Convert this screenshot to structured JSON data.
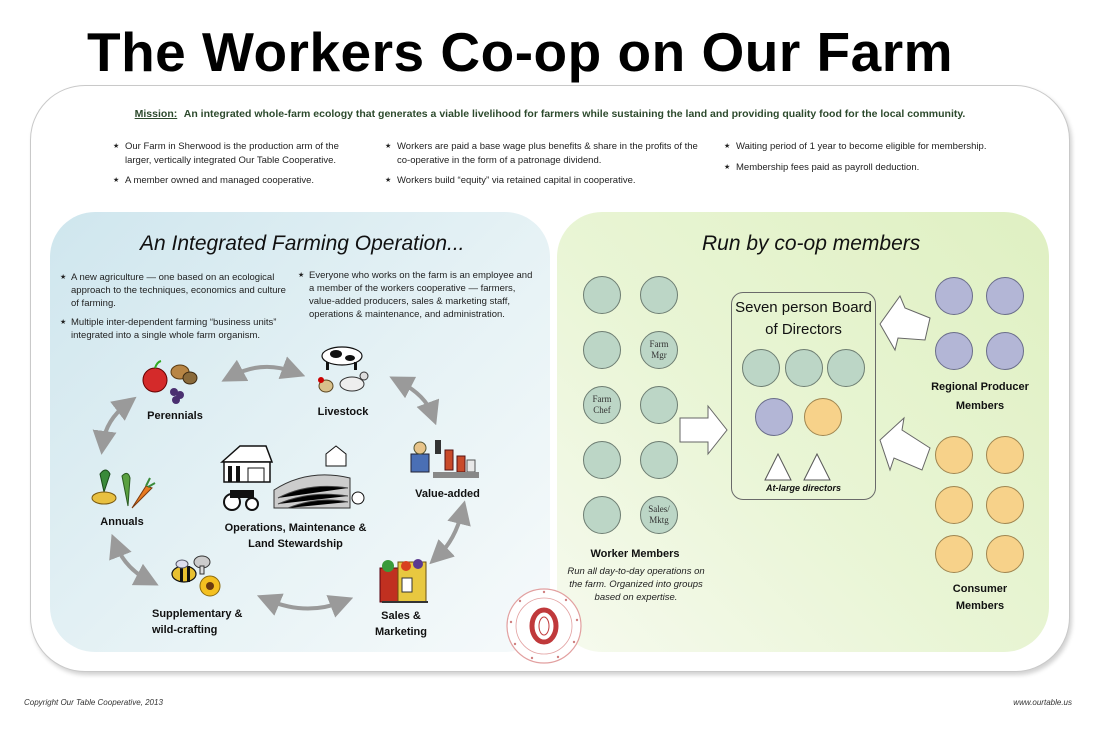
{
  "title": "The Workers Co-op on Our Farm",
  "mission": {
    "label": "Mission:",
    "text": "An integrated whole-farm ecology that generates a viable livelihood for farmers while sustaining the land and providing quality food for the local community."
  },
  "top_bullets": {
    "col1": [
      "Our Farm in Sherwood is the production arm of the larger, vertically integrated Our Table Cooperative.",
      "A member owned and managed cooperative."
    ],
    "col2": [
      "Workers are paid a base wage plus benefits & share in the profits of the co-operative in the form of a patronage dividend.",
      "Workers build “equity” via retained capital in cooperative."
    ],
    "col3": [
      "Waiting period of 1 year to become eligible for membership.",
      "Membership fees paid as payroll deduction."
    ]
  },
  "left_panel": {
    "title": "An Integrated Farming Operation...",
    "bullets_a": [
      "A new agriculture — one based on an ecological approach to the techniques, economics and culture of farming.",
      "Multiple inter-dependent farming “business units” integrated into a single whole farm organism."
    ],
    "bullets_b": [
      "Everyone who works on the farm is an employee and a member of the workers cooperative — farmers, value-added producers, sales & marketing staff, operations & maintenance, and administration."
    ],
    "units": {
      "perennials": "Perennials",
      "livestock": "Livestock",
      "value_added": "Value-added",
      "annuals": "Annuals",
      "operations_1": "Operations, Maintenance &",
      "operations_2": "Land Stewardship",
      "supplementary_1": "Supplementary &",
      "supplementary_2": "wild-crafting",
      "sales_1": "Sales &",
      "sales_2": "Marketing"
    }
  },
  "right_panel": {
    "title": "Run by co-op members",
    "worker_circle_labels": {
      "farm_mgr": "Farm Mgr",
      "farm_chef": "Farm Chef",
      "sales_mktg": "Sales/ Mktg"
    },
    "board_title": "Seven person Board of Directors",
    "at_large": "At-large directors",
    "worker_members": "Worker Members",
    "worker_note": "Run all day-to-day operations on the farm.  Organized into groups based on expertise.",
    "regional_1": "Regional Producer",
    "regional_2": "Members",
    "consumer_1": "Consumer",
    "consumer_2": "Members"
  },
  "colors": {
    "worker": "#bcd6c6",
    "regional": "#b3b6d6",
    "consumer": "#f7d28a",
    "mission": "#2d4a2d",
    "seal": "#c0393b"
  },
  "footer": {
    "copyright": "Copyright Our Table Cooperative, 2013",
    "url": "www.ourtable.us"
  }
}
